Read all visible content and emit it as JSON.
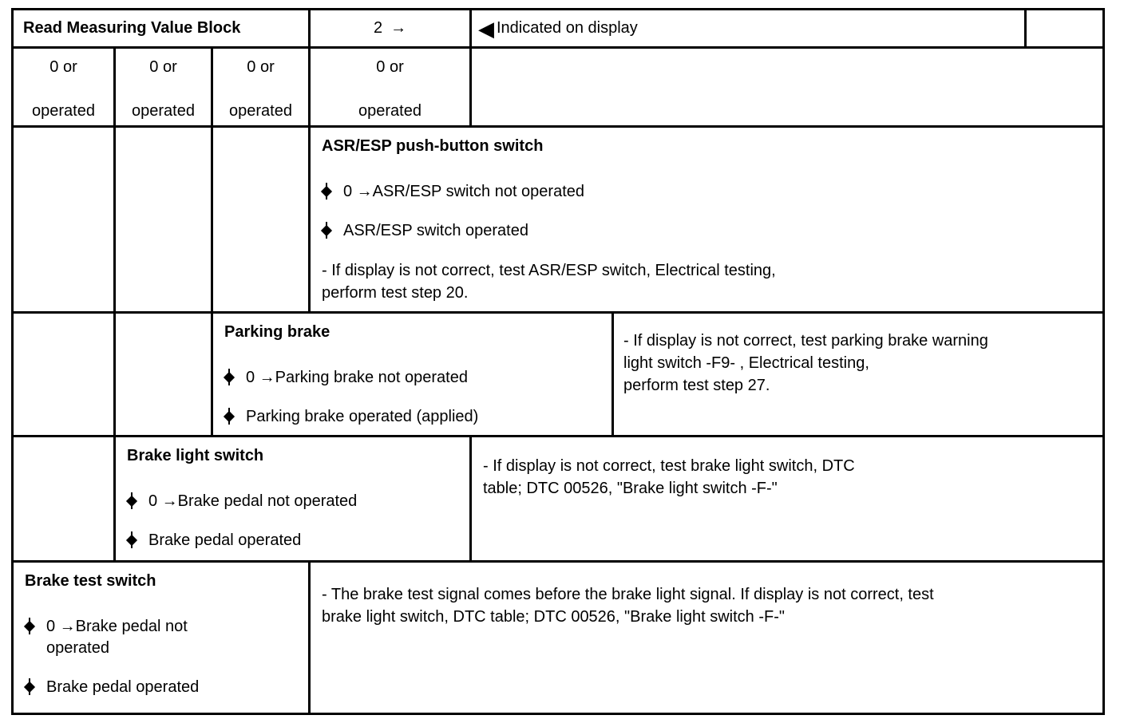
{
  "table": {
    "header": {
      "title": "Read Measuring Value Block",
      "block_number": "2",
      "arrow_icon": "→",
      "indicator_icon": "◀",
      "indicated_label": "Indicated on display"
    },
    "value_cells": [
      {
        "top": "0 or",
        "bottom": "operated"
      },
      {
        "top": "0 or",
        "bottom": "operated"
      },
      {
        "top": "0 or",
        "bottom": "operated"
      },
      {
        "top": "0 or",
        "bottom": "operated"
      }
    ],
    "sections": {
      "asr": {
        "title": "ASR/ESP push-button switch",
        "bullets": [
          "0 →ASR/ESP switch not operated",
          "ASR/ESP switch operated"
        ],
        "note": "- If display is not correct, test ASR/ESP switch, Electrical testing,\nperform test step 20."
      },
      "parking": {
        "title": "Parking brake",
        "bullets": [
          "0 →Parking brake not operated",
          "Parking brake operated (applied)"
        ],
        "note": "- If display is not correct, test parking brake warning\nlight switch -F9- , Electrical testing,\nperform test step 27."
      },
      "brake_light": {
        "title": "Brake light switch",
        "bullets": [
          "0 →Brake pedal not operated",
          "Brake pedal operated"
        ],
        "note": "- If display is not correct, test brake light switch, DTC\ntable; DTC 00526, \"Brake light switch -F-\""
      },
      "brake_test": {
        "title": "Brake test switch",
        "bullets": [
          "0 →Brake pedal not\noperated",
          "Brake pedal operated"
        ],
        "note": "- The brake test signal comes before the brake light signal. If display is not correct, test\nbrake light switch, DTC table; DTC 00526, \"Brake light switch -F-\""
      }
    }
  }
}
